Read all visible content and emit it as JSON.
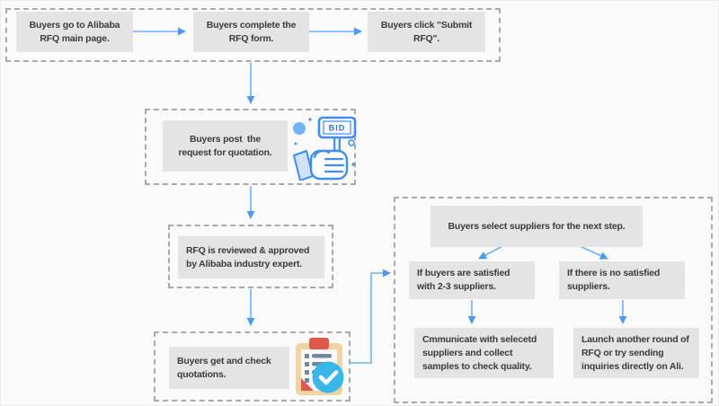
{
  "diagram": {
    "title_hint": "Alibaba RFQ buyer flow",
    "nodes": {
      "step1": {
        "label": "Buyers go to Alibaba\nRFQ main page."
      },
      "step2": {
        "label": "Buyers complete the\nRFQ form."
      },
      "step3": {
        "label": "Buyers click \"Submit\nRFQ\"."
      },
      "post_request": {
        "label": "Buyers post  the\nrequest for quotation."
      },
      "review": {
        "label": "RFQ is reviewed & approved\nby Alibaba industry expert."
      },
      "check_quotations": {
        "label": "Buyers get and check\nquotations."
      },
      "select_suppliers": {
        "label": "Buyers select suppliers for the next step."
      },
      "satisfied": {
        "label": "If buyers are satisfied\nwith 2-3 suppliers."
      },
      "no_satisfied": {
        "label": "If there is no satisfied\nsuppliers."
      },
      "communicate": {
        "label": "Cmmunicate with selecetd\nsuppliers and collect\nsamples to check quality."
      },
      "launch_another": {
        "label": "Launch another round of\nRFQ or try sending\ninquiries directly on Ali."
      }
    },
    "icons": {
      "bid_hand": {
        "sign_text": "BID"
      }
    },
    "colors": {
      "background": "#fafafa",
      "node_fill": "#e4e4e4",
      "node_text": "#3b3b3b",
      "dashed_border": "#a9a9a9",
      "arrow_line": "#6fb2f5",
      "arrow_head": "#4a9af0",
      "icon_blue": "#3f8cf3",
      "icon_blue_light": "#cfe4fb",
      "clipboard_tan": "#f0d5a3",
      "clip_red": "#e2574c",
      "list_slate": "#7388a0",
      "check_circle_blue": "#3ab7e9"
    }
  }
}
